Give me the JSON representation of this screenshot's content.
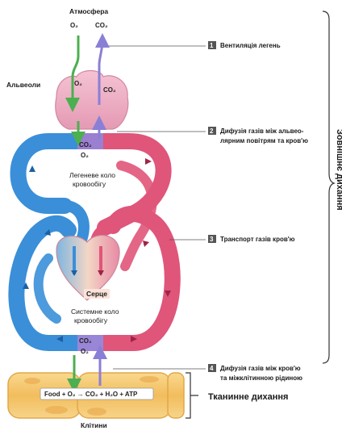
{
  "atmosphere": {
    "title": "Атмосфера",
    "o2": "O₂",
    "co2": "CO₂"
  },
  "alveoli": {
    "label": "Альвеоли",
    "o2": "O₂",
    "co2": "CO₂"
  },
  "lung_exchange": {
    "co2": "CO₂",
    "o2": "O₂"
  },
  "pulmonary_circuit": {
    "line1": "Легеневе коло",
    "line2": "кровообігу"
  },
  "heart": {
    "label": "Серце"
  },
  "systemic_circuit": {
    "line1": "Системне коло",
    "line2": "кровообігу"
  },
  "tissue_exchange": {
    "co2": "CO₂",
    "o2": "O₂"
  },
  "reaction": {
    "text": "Food + O₂ → CO₂ + H₂O + ATP"
  },
  "cells": {
    "label": "Клітини"
  },
  "steps": [
    {
      "number": "1",
      "line1": "Вентиляція легень",
      "line2": ""
    },
    {
      "number": "2",
      "line1": "Дифузія газів між альвео-",
      "line2": "лярним повітрям та кров'ю"
    },
    {
      "number": "3",
      "line1": "Транспорт газів кров'ю",
      "line2": ""
    },
    {
      "number": "4",
      "line1": "Дифузія газів між кров'ю",
      "line2": "та міжклітинною рідиною"
    }
  ],
  "external_respiration": "Зовнішнє дихання",
  "tissue_respiration": "Тканинне дихання",
  "colors": {
    "oxygenated": "#e0557a",
    "deoxygenated": "#3a8fd8",
    "o2_arrow": "#4caf50",
    "co2_arrow": "#8a7fd6"
  }
}
